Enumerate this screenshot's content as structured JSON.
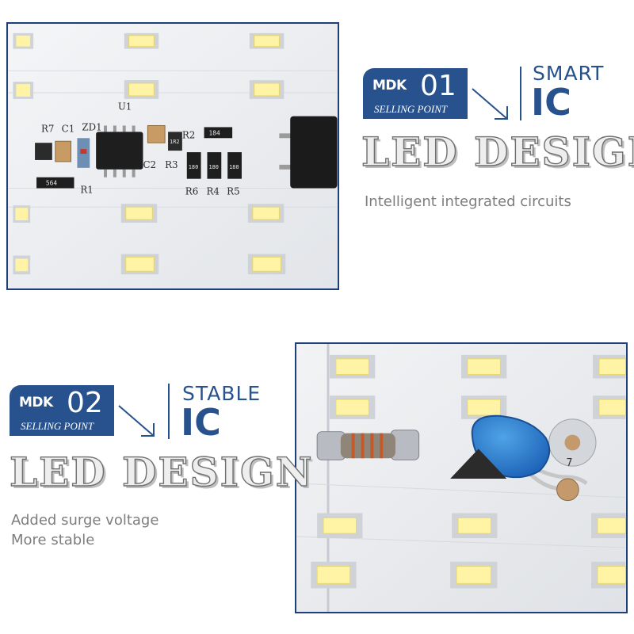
{
  "colors": {
    "accent": "#27528e",
    "headline_fill": "#eeeeee",
    "headline_stroke": "#6f6f6f",
    "text_gray": "#7d7d7d",
    "led_yellow": "#fff3a6"
  },
  "section1": {
    "badge": {
      "brand": "MDK",
      "number": "01",
      "subtitle": "SELLING POINT"
    },
    "kicker": "SMART",
    "ic": "IC",
    "headline": "LED DESIGN",
    "description": [
      "Intelligent integrated circuits"
    ],
    "photo_labels": {
      "u1": "U1",
      "r7": "R7",
      "c1": "C1",
      "zd1": "ZD1",
      "r2": "R2",
      "c2": "C2",
      "r3": "R3",
      "r6": "R6",
      "r4": "R4",
      "r5": "R5",
      "r1": "R1",
      "chip_r2": "184",
      "chip_r3": "1R2",
      "chip_r6": "180",
      "chip_r4": "180",
      "chip_r5": "180",
      "chip_r1": "564"
    }
  },
  "section2": {
    "badge": {
      "brand": "MDK",
      "number": "02",
      "subtitle": "SELLING POINT"
    },
    "kicker": "STABLE",
    "ic": "IC",
    "headline": "LED DESIGN",
    "description": [
      "Added surge voltage",
      "More stable"
    ],
    "photo_labels": {
      "varistor": "7"
    }
  }
}
